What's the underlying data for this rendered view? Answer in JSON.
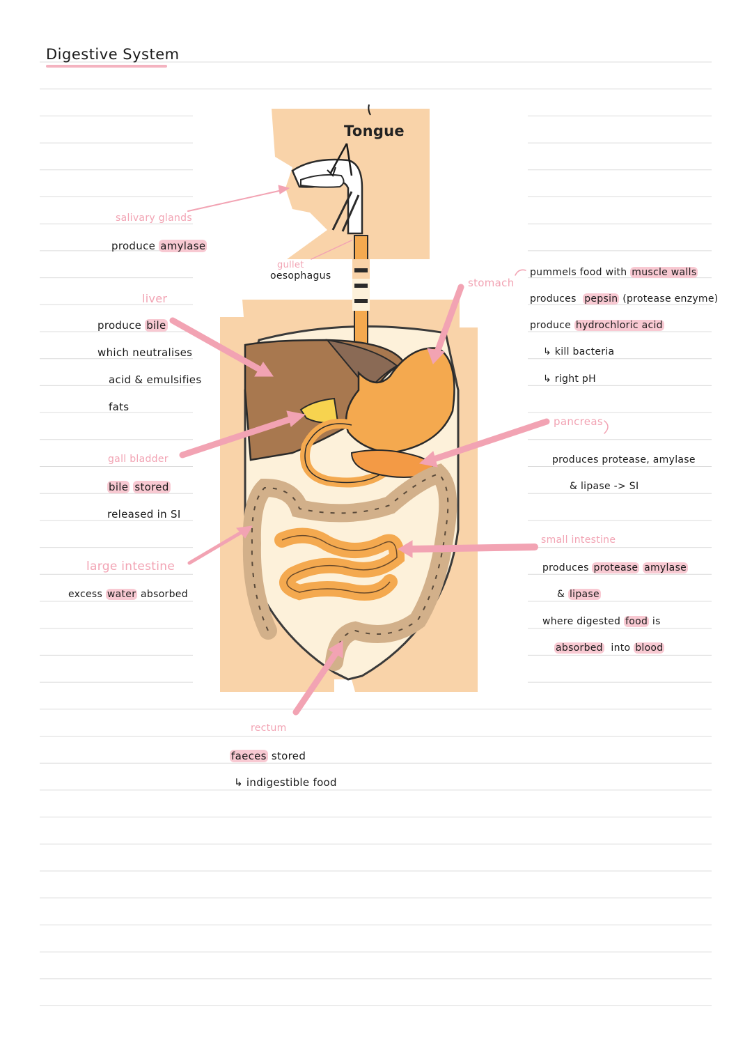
{
  "title": "Digestive System",
  "diagram_labels": {
    "tongue": "Tongue",
    "oesophagus": "oesophagus"
  },
  "notes": {
    "salivary": {
      "name": "salivary glands",
      "l1a": "produce",
      "l1b": "amylase"
    },
    "gullet": "gullet",
    "liver": {
      "name": "liver",
      "l1a": "produce",
      "l1b": "bile",
      "l2": "which  neutralises",
      "l3": "acid  &  emulsifies",
      "l4": "fats"
    },
    "gall_bladder": {
      "name": "gall   bladder",
      "l1a": "bile",
      "l1b": "stored",
      "l2": "released  in  SI"
    },
    "large_intestine": {
      "name": "large  intestine",
      "l1a": "excess",
      "l1b": "water",
      "l1c": "absorbed"
    },
    "stomach": {
      "name": "stomach",
      "l1a": "pummels  food  with",
      "l1b": "muscle walls",
      "l2a": "produces",
      "l2b": "pepsin",
      "l2c": "(protease enzyme)",
      "l3a": "produce",
      "l3b": "hydrochloric  acid",
      "l4": "↳ kill   bacteria",
      "l5": "↳ right  pH"
    },
    "pancreas": {
      "name": "pancreas",
      "l1": "produces   protease, amylase",
      "l2": "&  lipase  ->  SI"
    },
    "small_intestine": {
      "name": "small  intestine",
      "l1a": "produces",
      "l1b": "protease",
      "l1c": "amylase",
      "l2a": "&",
      "l2b": "lipase",
      "l3a": "where  digested",
      "l3b": "food",
      "l3c": "is",
      "l4a": "absorbed",
      "l4b": "into",
      "l4c": "blood"
    },
    "rectum": {
      "name": "rectum",
      "l1a": "faeces",
      "l1b": "stored",
      "l2": "↳  indigestible  food"
    }
  },
  "colors": {
    "accent_pink": "#f2a3b3",
    "highlight": "#f8c9d2",
    "skin": "#f9d3a9",
    "liver": "#a8784f",
    "organ_orange": "#f4a94f",
    "colon": "#d2b08a"
  }
}
